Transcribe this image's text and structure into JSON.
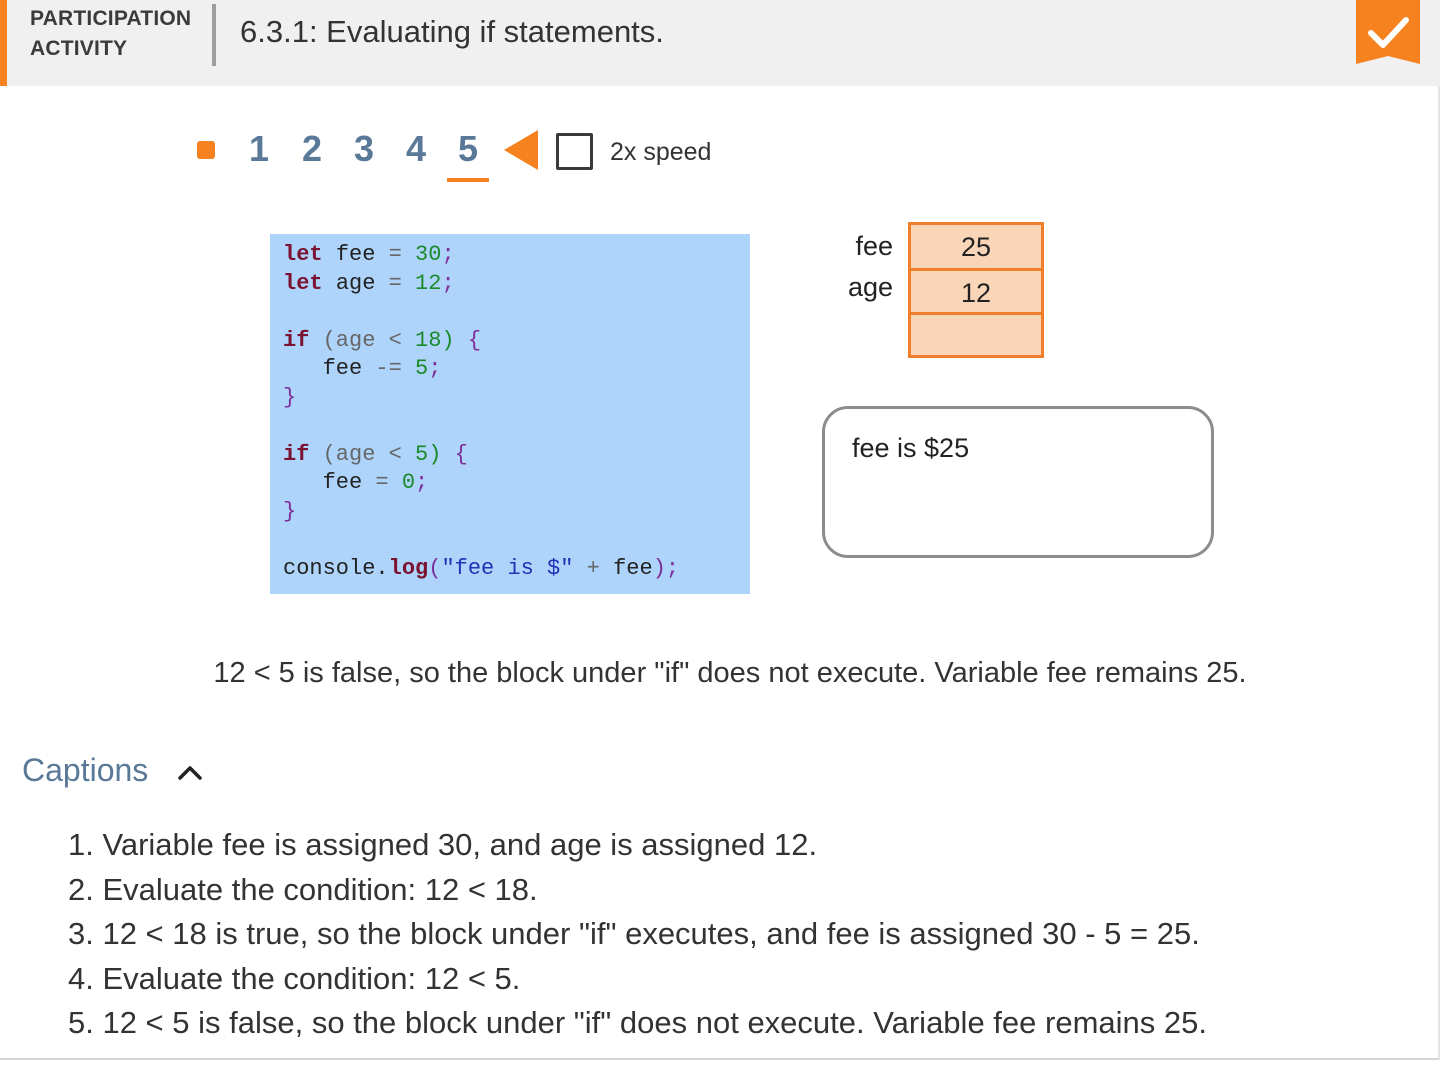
{
  "header": {
    "activity_label_line1": "PARTICIPATION",
    "activity_label_line2": "ACTIVITY",
    "title": "6.3.1: Evaluating if statements.",
    "status_icon": "checkmark-icon",
    "accent_color": "#f5821f"
  },
  "controls": {
    "steps": [
      "1",
      "2",
      "3",
      "4",
      "5"
    ],
    "active_step": "5",
    "speed_label": "2x speed",
    "speed_checked": false
  },
  "code": {
    "line1": {
      "kw": "let",
      "name": "fee",
      "op": "=",
      "val": "30",
      "end": ";"
    },
    "line2": {
      "kw": "let",
      "name": "age",
      "op": "=",
      "val": "12",
      "end": ";"
    },
    "if1": {
      "kw": "if",
      "open": "(age",
      "op": "<",
      "val": "18)",
      "brace": "{"
    },
    "if1_body": {
      "name": "fee",
      "op": "-=",
      "val": "5",
      "end": ";"
    },
    "if1_close": "}",
    "if2": {
      "kw": "if",
      "open": "(age",
      "op": "<",
      "val": "5)",
      "brace": "{"
    },
    "if2_body": {
      "name": "fee",
      "op": "=",
      "val": "0",
      "end": ";"
    },
    "if2_close": "}",
    "log": {
      "obj": "console.",
      "fn": "log",
      "open": "(",
      "str": "\"fee is $\"",
      "op": "+",
      "arg": "fee",
      "close": ");"
    }
  },
  "memory": {
    "variables": [
      {
        "name": "fee",
        "value": "25"
      },
      {
        "name": "age",
        "value": "12"
      },
      {
        "name": "",
        "value": ""
      }
    ]
  },
  "console": {
    "output": "fee is $25"
  },
  "current_caption": "12 < 5 is false, so the block under \"if\" does not execute. Variable fee remains 25.",
  "captions": {
    "toggle_label": "Captions",
    "items": [
      "1. Variable fee is assigned 30, and age is assigned 12.",
      "2. Evaluate the condition: 12 < 18.",
      "3. 12 < 18 is true, so the block under \"if\" executes, and fee is assigned 30 - 5 = 25.",
      "4. Evaluate the condition: 12 < 5.",
      "5. 12 < 5 is false, so the block under \"if\" does not execute. Variable fee remains 25."
    ]
  }
}
